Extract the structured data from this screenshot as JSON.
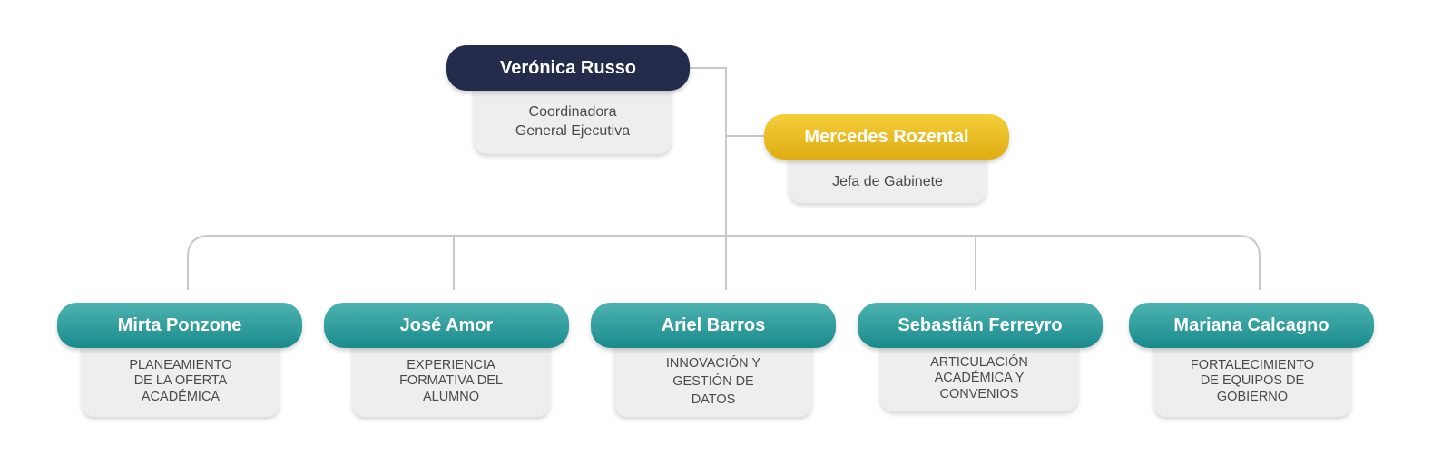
{
  "colors": {
    "navy": "#242b4b",
    "gold": "#e3b318",
    "teal": "#2a9a9b",
    "card": "#eeeeee",
    "connector": "#c8c8c8"
  },
  "coordinator": {
    "name": "Verónica Russo",
    "role_line1": "Coordinadora",
    "role_line2": "General Ejecutiva"
  },
  "chief_of_staff": {
    "name": "Mercedes Rozental",
    "role": "Jefa de Gabinete"
  },
  "areas": [
    {
      "name": "Mirta Ponzone",
      "role_lines": [
        "PLANEAMIENTO",
        "DE LA OFERTA",
        "ACADÉMICA"
      ]
    },
    {
      "name": "José Amor",
      "role_lines": [
        "EXPERIENCIA",
        "FORMATIVA DEL",
        "ALUMNO"
      ]
    },
    {
      "name": "Ariel Barros",
      "role_lines": [
        "INNOVACIÓN Y",
        "GESTIÓN DE",
        "DATOS"
      ]
    },
    {
      "name": "Sebastián Ferreyro",
      "role_lines": [
        "ARTICULACIÓN",
        "ACADÉMICA Y",
        "CONVENIOS"
      ]
    },
    {
      "name": "Mariana Calcagno",
      "role_lines": [
        "FORTALECIMIENTO",
        "DE EQUIPOS DE",
        "GOBIERNO"
      ]
    }
  ]
}
